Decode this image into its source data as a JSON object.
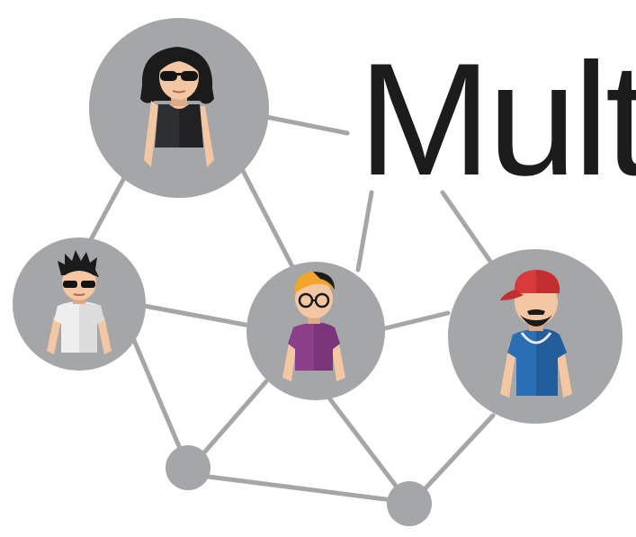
{
  "title": {
    "text": "Mult"
  },
  "colors": {
    "node_fill": "#a4a6a8",
    "edge": "#a4a6a8",
    "skin": "#f3c6a4",
    "skin_shade": "#dea987",
    "hair_dark": "#1b1b1b",
    "text": "#1c1c1c",
    "woman_top": "#2e2f33",
    "man_shirt": "#e9e9e9",
    "center_shirt": "#8b3f8a",
    "center_hair": "#f2a52c",
    "hoodie": "#2a6fb4",
    "cap": "#d83a3a"
  },
  "nodes": [
    {
      "name": "woman-sunglasses-avatar",
      "icon": "woman-with-sunglasses"
    },
    {
      "name": "man-spiky-hair-avatar",
      "icon": "man-with-sunglasses"
    },
    {
      "name": "person-round-glasses-avatar",
      "icon": "person-with-glasses"
    },
    {
      "name": "man-red-cap-avatar",
      "icon": "bearded-man-with-cap"
    },
    {
      "name": "empty-node-left",
      "icon": "empty-circle"
    },
    {
      "name": "empty-node-right",
      "icon": "empty-circle"
    }
  ]
}
